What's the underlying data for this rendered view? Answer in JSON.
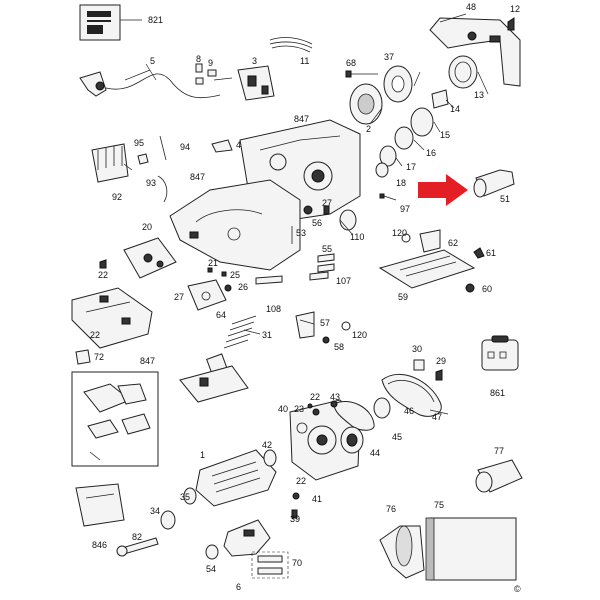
{
  "diagram": {
    "copyright_mark": "©",
    "callouts": {
      "p1": "1",
      "p2": "2",
      "p3": "3",
      "p4": "4",
      "p5": "5",
      "p6": "6",
      "p8": "8",
      "p9": "9",
      "p11": "11",
      "p12": "12",
      "p13": "13",
      "p14": "14",
      "p15": "15",
      "p16": "16",
      "p17": "17",
      "p18": "18",
      "p20": "20",
      "p21": "21",
      "p22a": "22",
      "p22b": "22",
      "p22c": "22",
      "p22d": "22",
      "p23": "23",
      "p25": "25",
      "p26": "26",
      "p27a": "27",
      "p27b": "27",
      "p29": "29",
      "p30": "30",
      "p31": "31",
      "p34": "34",
      "p35": "35",
      "p37": "37",
      "p39": "39",
      "p40": "40",
      "p41": "41",
      "p42": "42",
      "p43": "43",
      "p44": "44",
      "p45": "45",
      "p46": "46",
      "p47": "47",
      "p48": "48",
      "p51": "51",
      "p53": "53",
      "p54": "54",
      "p55": "55",
      "p56": "56",
      "p57": "57",
      "p58": "58",
      "p59": "59",
      "p60": "60",
      "p61": "61",
      "p62": "62",
      "p64": "64",
      "p68": "68",
      "p70": "70",
      "p72": "72",
      "p75": "75",
      "p76": "76",
      "p77": "77",
      "p82": "82",
      "p92": "92",
      "p93": "93",
      "p94": "94",
      "p95": "95",
      "p97": "97",
      "p107": "107",
      "p108": "108",
      "p110": "110",
      "p120a": "120",
      "p120b": "120",
      "p821": "821",
      "p846": "846",
      "p847a": "847",
      "p847b": "847",
      "p847c": "847",
      "p861": "861"
    }
  }
}
